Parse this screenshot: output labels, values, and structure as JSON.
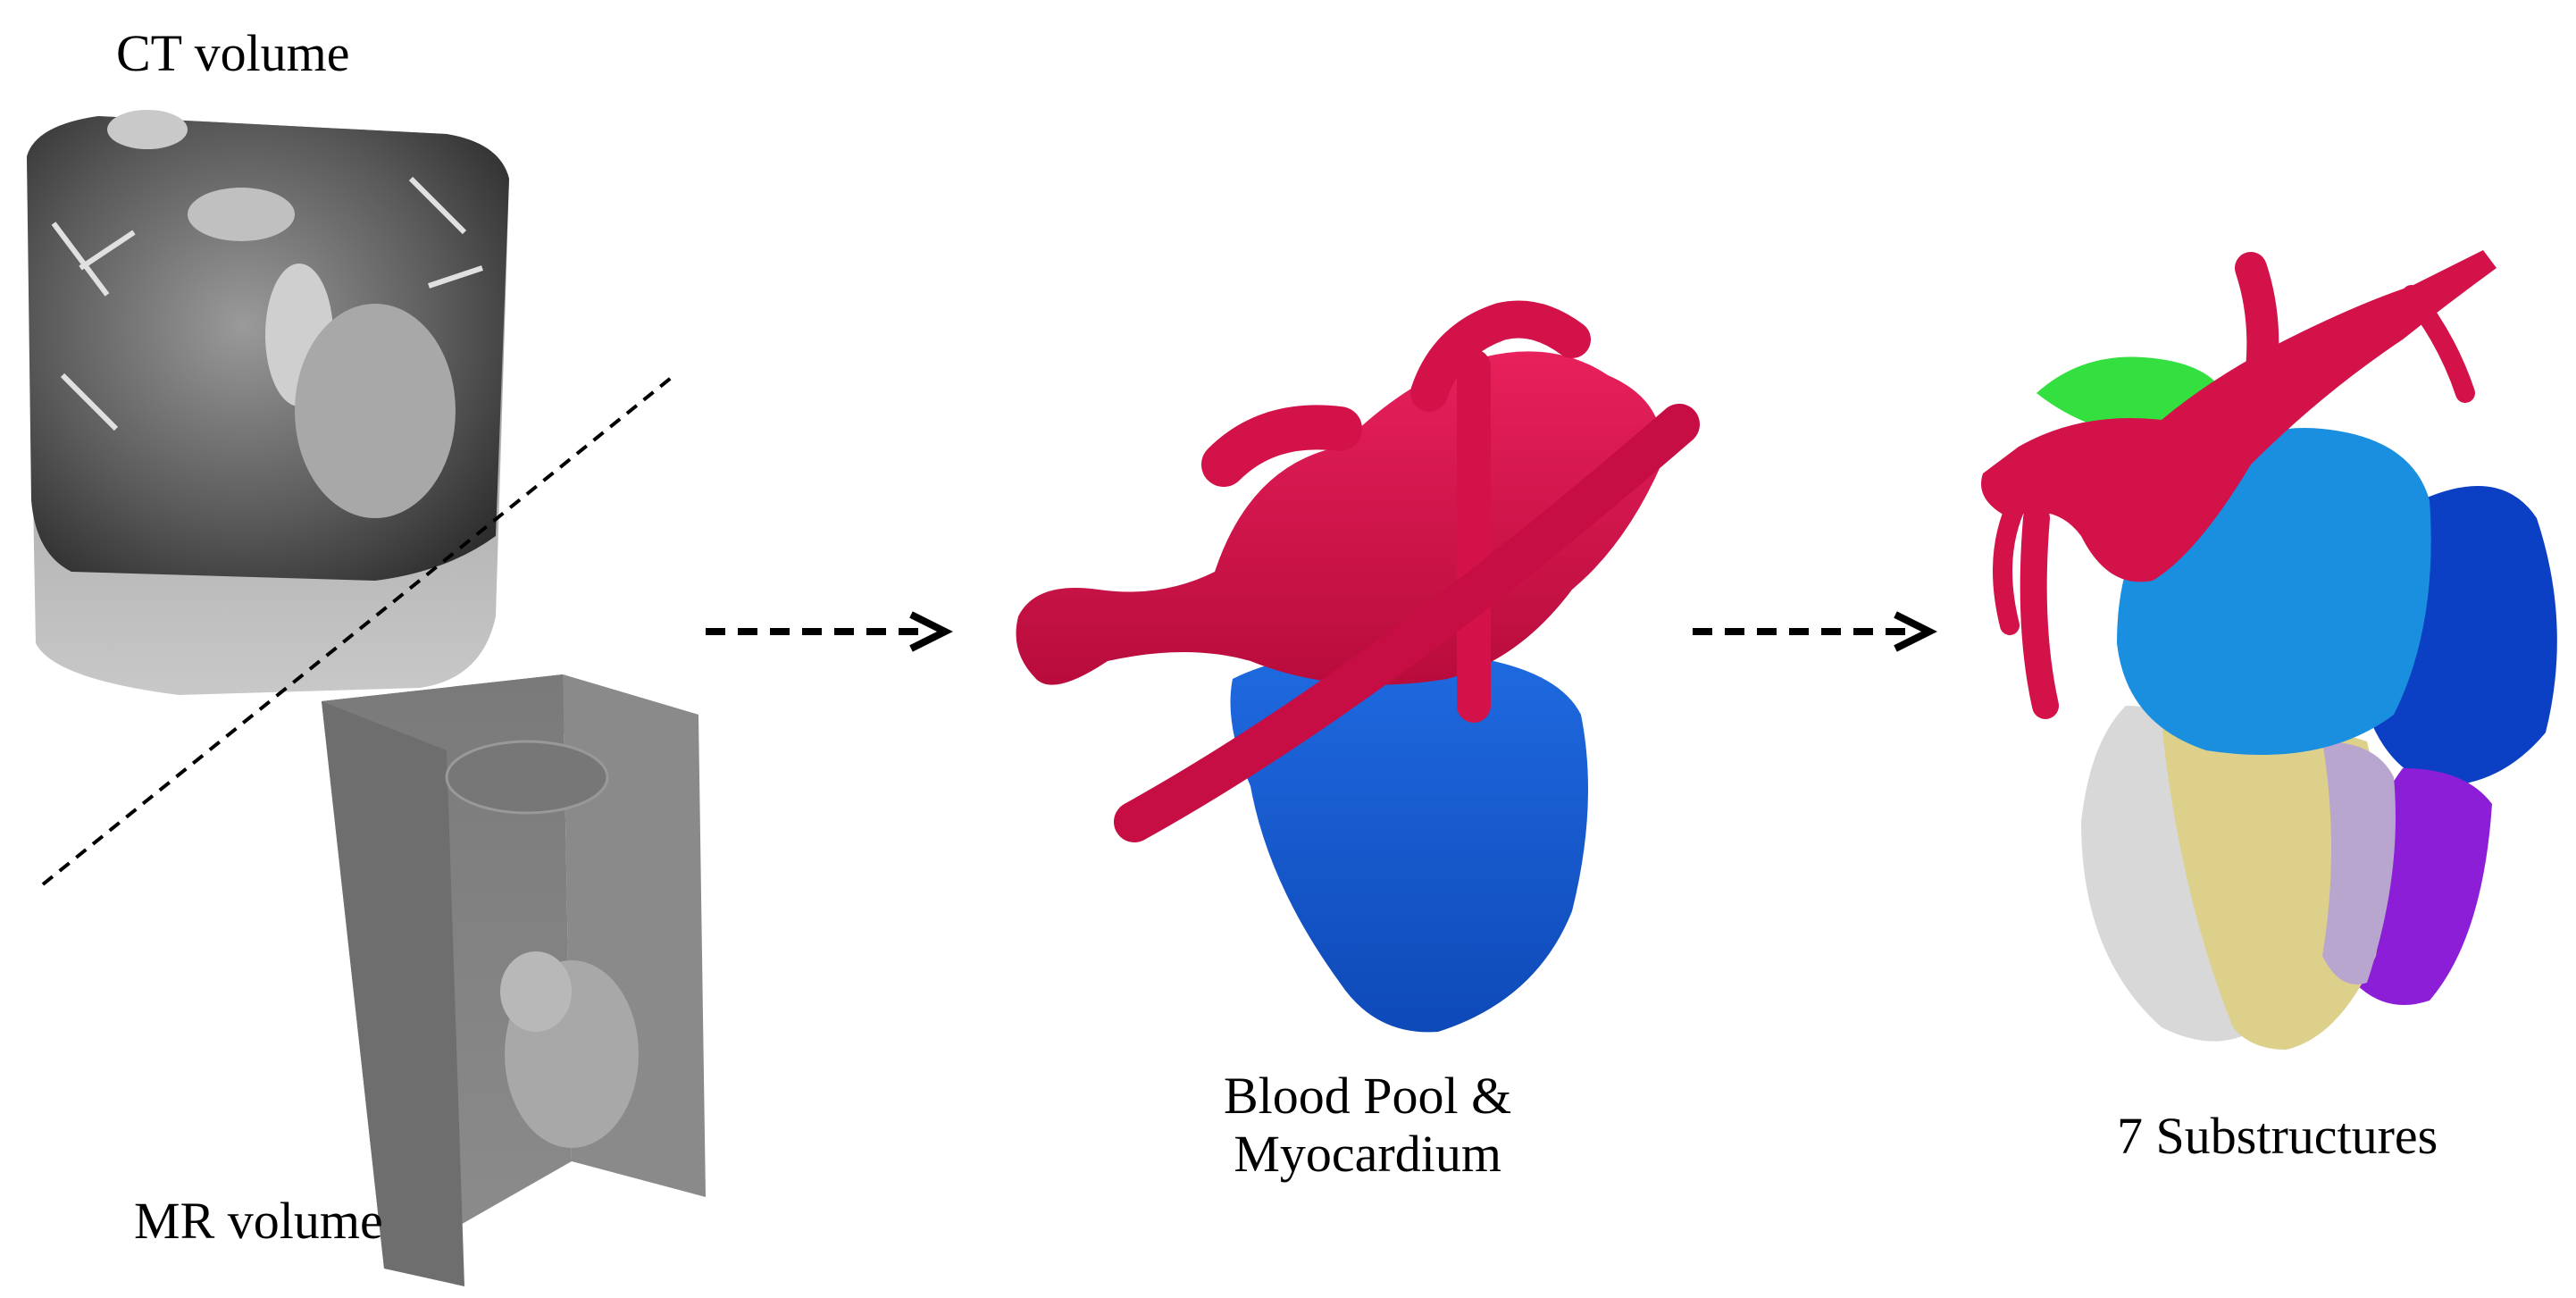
{
  "labels": {
    "ct_volume": "CT volume",
    "mr_volume": "MR volume",
    "blood_pool_line1": "Blood Pool &",
    "blood_pool_line2": "Myocardium",
    "substructures": "7 Substructures"
  },
  "colors": {
    "vessel_red": "#d3124a",
    "myocardium_blue": "#1a5fd6",
    "light_blue": "#1a8fe0",
    "dark_blue": "#0b3fc4",
    "green": "#33e040",
    "khaki": "#ddd08a",
    "lavender": "#b9a6cf",
    "purple": "#8c1ed8",
    "white_gray": "#d8d8d8"
  }
}
